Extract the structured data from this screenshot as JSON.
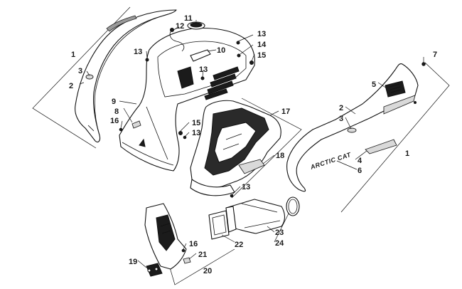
{
  "callouts": {
    "c1a": "1",
    "c1b": "1",
    "c2a": "2",
    "c2b": "2",
    "c3a": "3",
    "c3b": "3",
    "c4": "4",
    "c5": "5",
    "c6": "6",
    "c7": "7",
    "c8": "8",
    "c9": "9",
    "c10": "10",
    "c11": "11",
    "c12": "12",
    "c13a": "13",
    "c13b": "13",
    "c13c": "13",
    "c13d": "13",
    "c13e": "13",
    "c14": "14",
    "c15a": "15",
    "c15b": "15",
    "c16a": "16",
    "c16b": "16",
    "c17": "17",
    "c18": "18",
    "c19": "19",
    "c20": "20",
    "c21": "21",
    "c22": "22",
    "c23": "23",
    "c24": "24"
  },
  "decal_text": "ARCTIC CAT",
  "colors": {
    "line": "#111111",
    "fill": "#ffffff",
    "accent_dark": "#1b1b1b",
    "decal_gray": "#d9d9d9"
  }
}
